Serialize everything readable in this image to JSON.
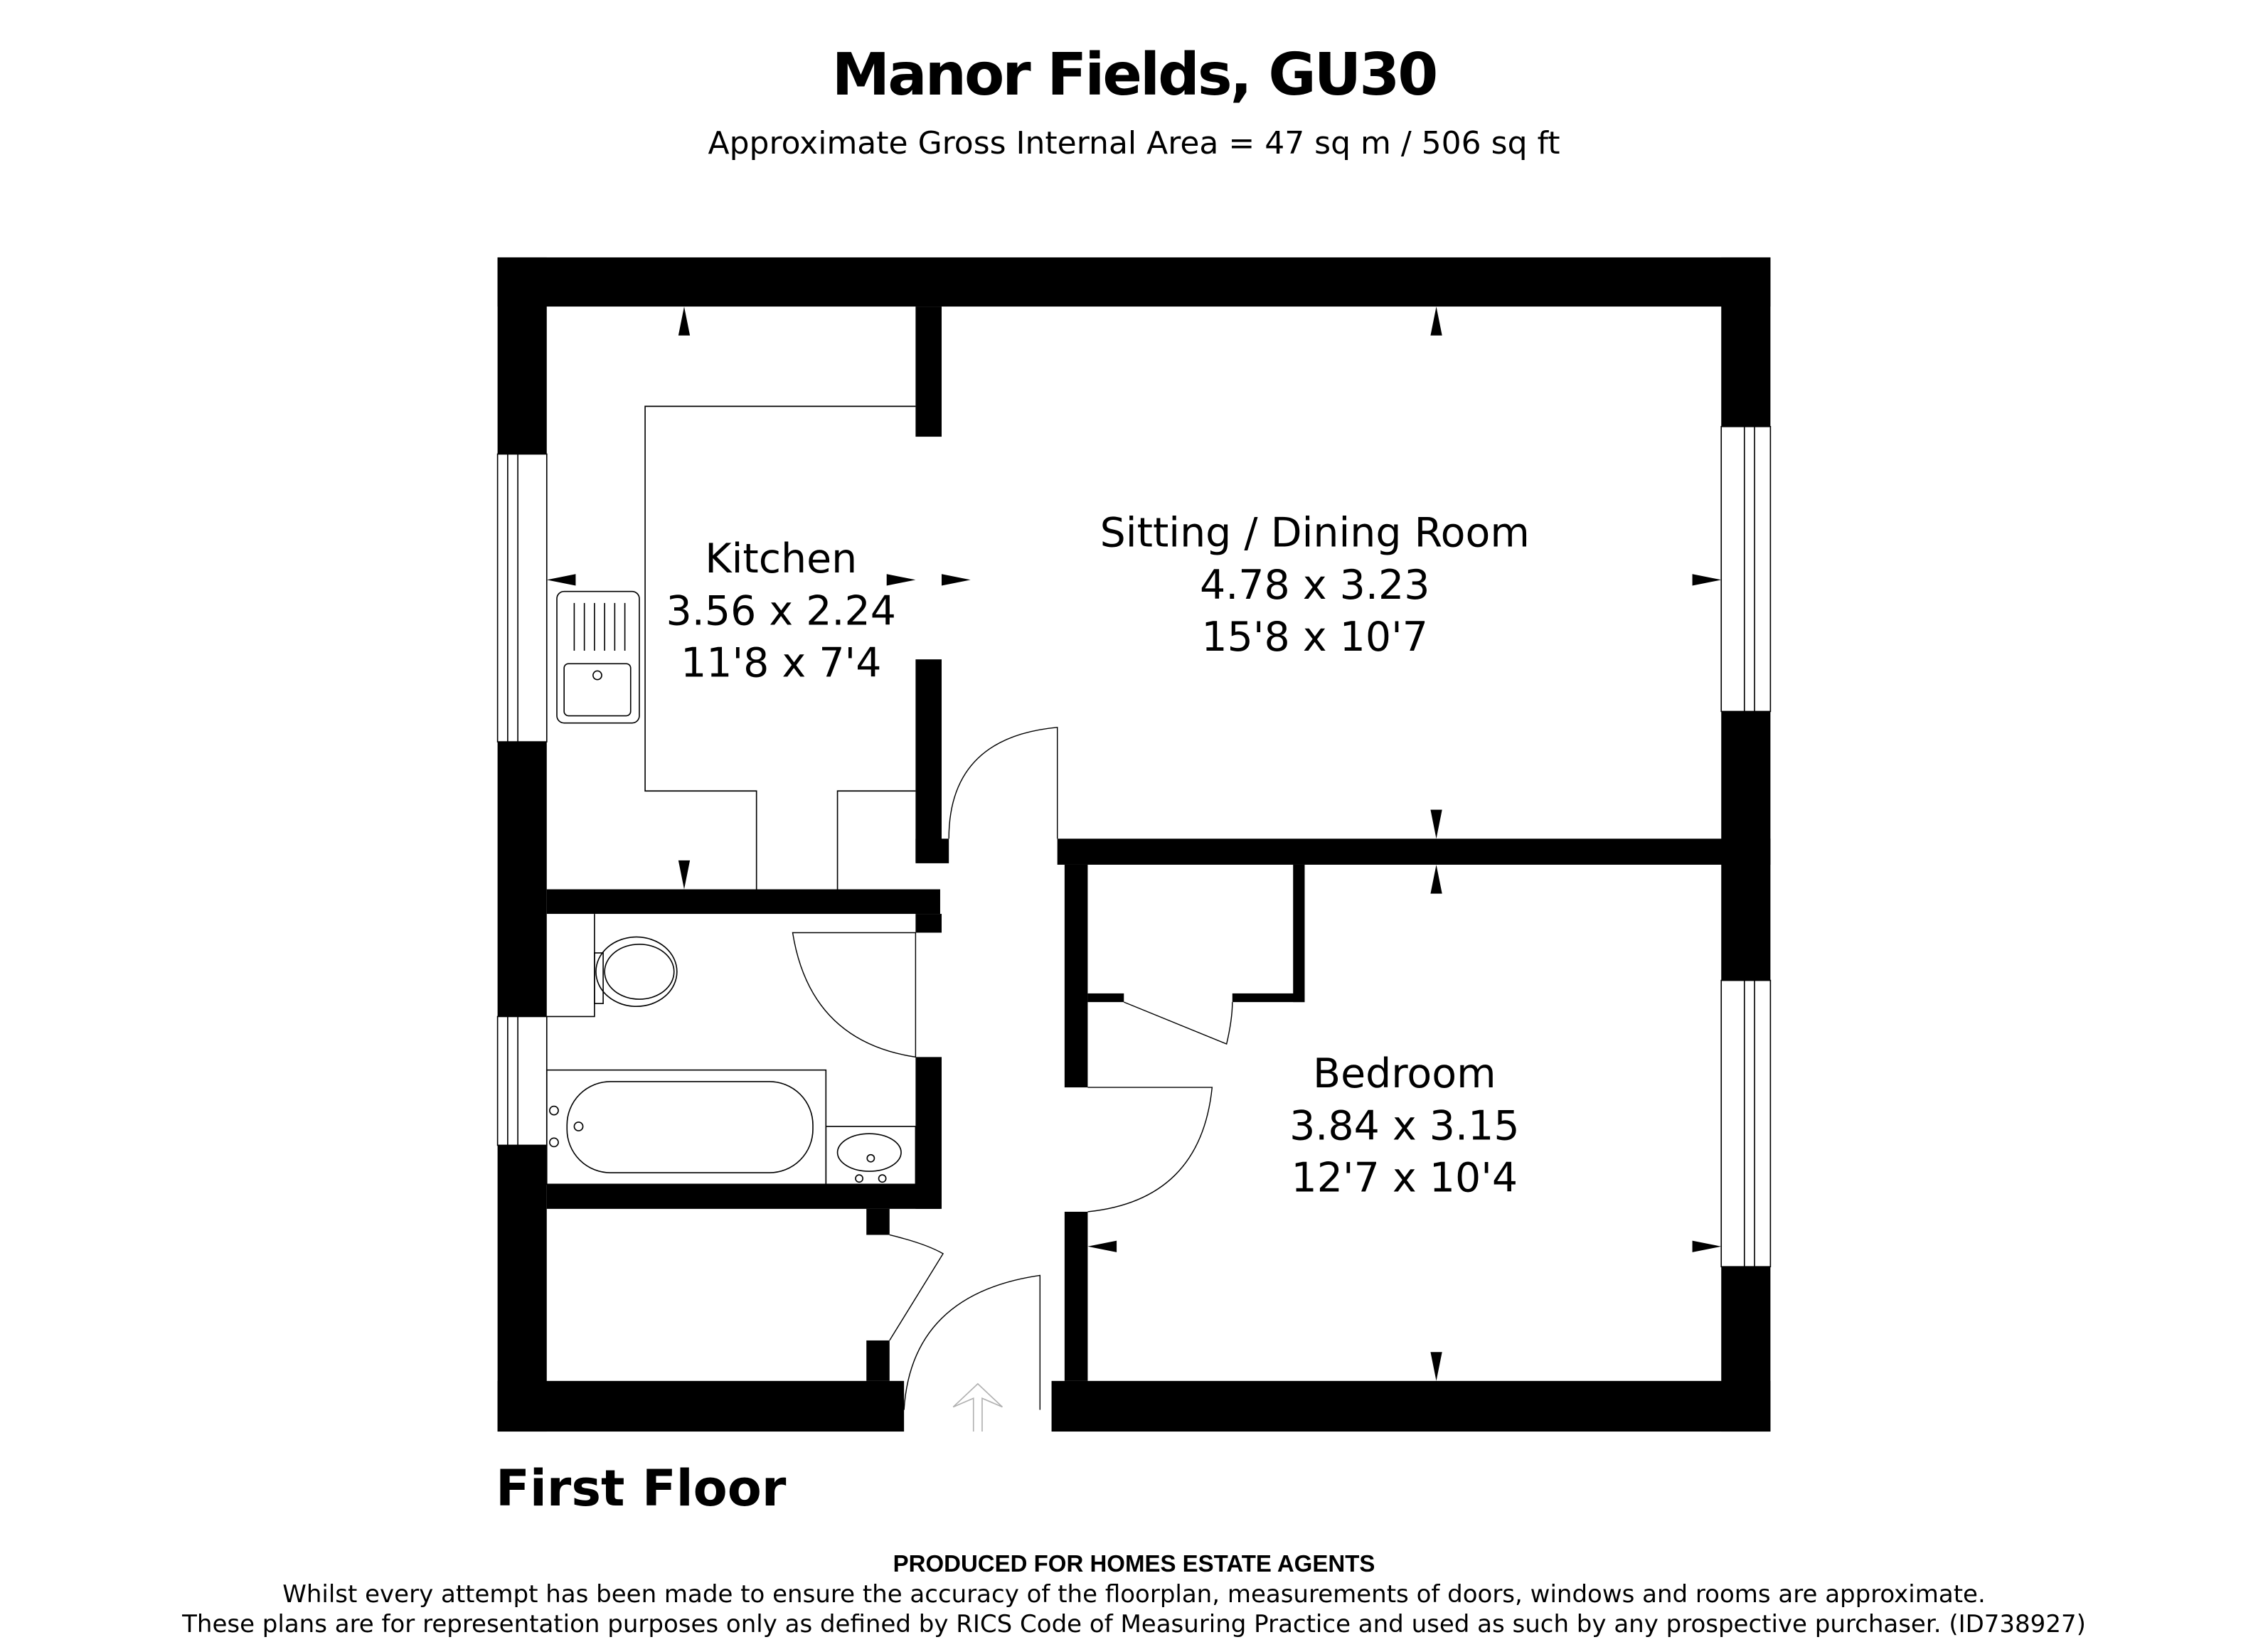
{
  "header": {
    "title": "Manor Fields, GU30",
    "subtitle": "Approximate Gross Internal Area = 47 sq m / 506 sq ft"
  },
  "floor": {
    "label": "First Floor"
  },
  "rooms": [
    {
      "name": "Kitchen",
      "metric": "3.56 x 2.24",
      "imperial": "11'8 x 7'4"
    },
    {
      "name": "Sitting / Dining Room",
      "metric": "4.78 x 3.23",
      "imperial": "15'8 x 10'7"
    },
    {
      "name": "Bedroom",
      "metric": "3.84 x 3.15",
      "imperial": "12'7 x 10'4"
    }
  ],
  "footer": {
    "produced": "PRODUCED FOR HOMES ESTATE AGENTS",
    "disclaimer_1": "Whilst every attempt has been made to ensure the accuracy of the floorplan, measurements of doors, windows and rooms are approximate.",
    "disclaimer_2": "These plans are for representation purposes only as defined by RICS Code of Measuring Practice and used as such by any prospective purchaser. (ID738927)"
  },
  "colors": {
    "wall": "#000000",
    "background": "#ffffff",
    "entrance_arrow": "#b0b0b0"
  }
}
